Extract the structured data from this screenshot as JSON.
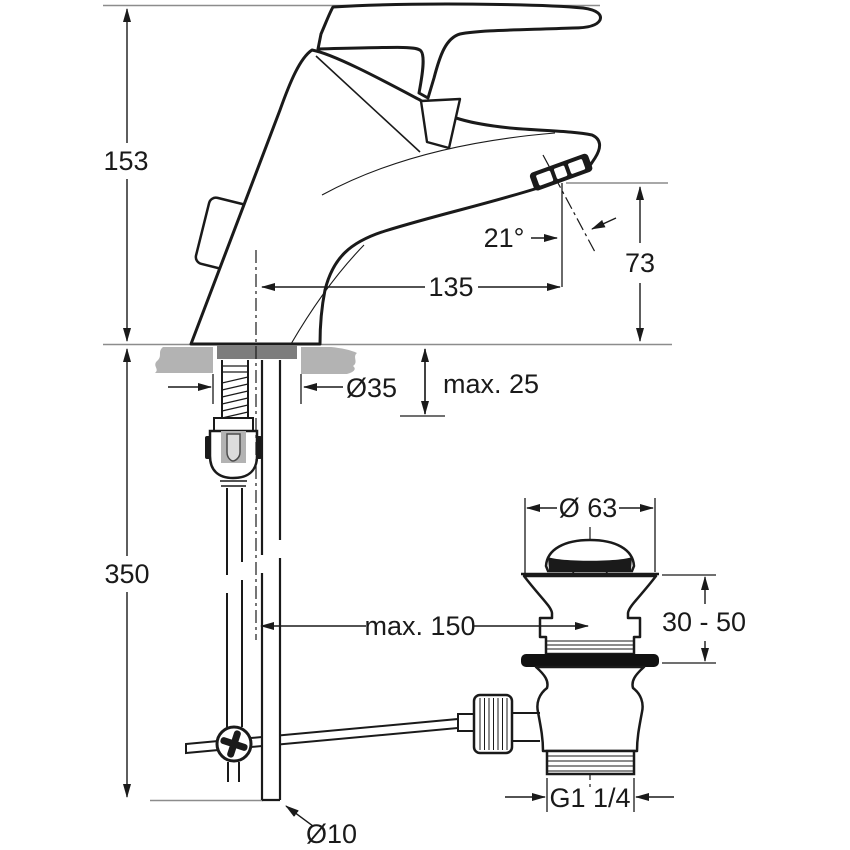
{
  "dimensions": {
    "total_height": "153",
    "spout_angle": "21°",
    "spout_height": "73",
    "spout_reach": "135",
    "hole_diameter": "Ø35",
    "max_deck_thickness": "max. 25",
    "supply_length": "350",
    "max_rod_offset": "max. 150",
    "waste_cap_diameter": "Ø 63",
    "waste_height_range": "30 - 50",
    "waste_thread": "G1 1/4",
    "rod_diameter": "Ø10"
  },
  "colors": {
    "line": "#1a1a1a",
    "gray_line": "#8c8c8c",
    "countertop": "#b3b3b3",
    "flange": "#7d7d7d"
  }
}
